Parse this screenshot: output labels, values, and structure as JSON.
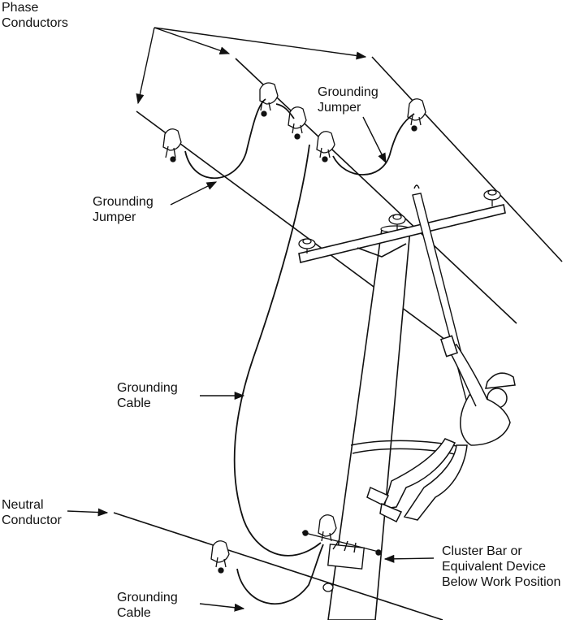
{
  "labels": {
    "phase_conductors": [
      "Phase",
      "Conductors"
    ],
    "grounding_jumper_top": [
      "Grounding",
      "Jumper"
    ],
    "grounding_jumper_left": [
      "Grounding",
      "Jumper"
    ],
    "grounding_cable_mid": [
      "Grounding",
      "Cable"
    ],
    "neutral_conductor": [
      "Neutral",
      "Conductor"
    ],
    "grounding_cable_bottom": [
      "Grounding",
      "Cable"
    ],
    "cluster_bar": [
      "Cluster Bar or",
      "Equivalent Device",
      "Below Work Position"
    ]
  },
  "colors": {
    "ink": "#111111",
    "pole_fill": "#ffffff",
    "background": "#ffffff"
  },
  "icons": [
    "insulator-icon",
    "ground-clamp-icon",
    "lineman-figure",
    "hot-stick",
    "cluster-bar-icon"
  ]
}
